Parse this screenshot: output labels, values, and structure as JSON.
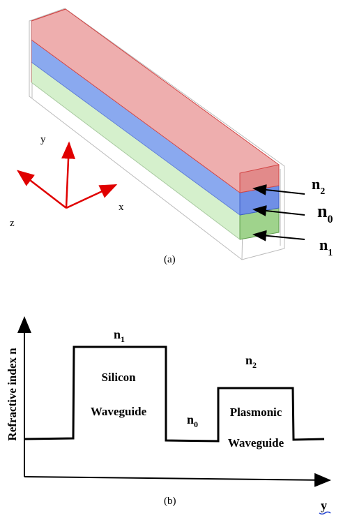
{
  "panel_a": {
    "caption": "(a)",
    "axes": {
      "y": "y",
      "x": "x",
      "z": "z"
    },
    "layers": [
      {
        "name_base": "n",
        "name_sub": "2",
        "color": "#eeaeae"
      },
      {
        "name_base": "n",
        "name_sub": "0",
        "color": "#8aa9ef"
      },
      {
        "name_base": "n",
        "name_sub": "1",
        "color": "#d5f0cc"
      }
    ]
  },
  "panel_b": {
    "caption": "(b)",
    "ylabel": "Refractive index n",
    "xlabel": "y",
    "regions": [
      {
        "label_base": "n",
        "label_sub": "1",
        "text1": "Silicon",
        "text2": "Waveguide"
      },
      {
        "label_base": "n",
        "label_sub": "0"
      },
      {
        "label_base": "n",
        "label_sub": "2",
        "text1": "Plasmonic",
        "text2": "Waveguide"
      }
    ]
  }
}
